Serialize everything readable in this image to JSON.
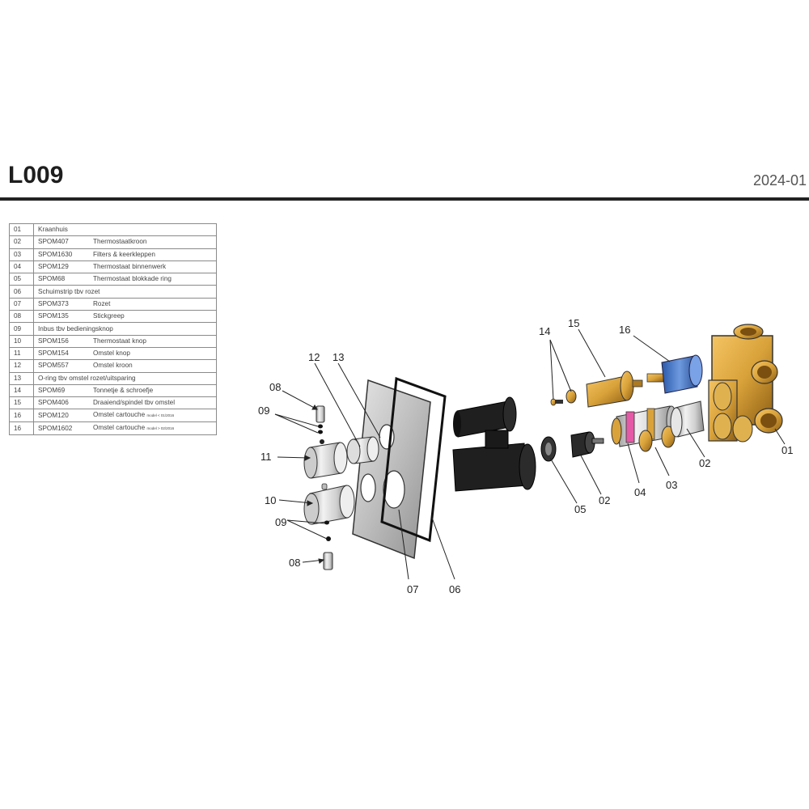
{
  "header": {
    "title": "L009",
    "date": "2024-01"
  },
  "parts_table": [
    {
      "num": "01",
      "code": "",
      "desc": "Kraanhuis"
    },
    {
      "num": "02",
      "code": "SPOM407",
      "desc": "Thermostaatkroon"
    },
    {
      "num": "03",
      "code": "SPOM1630",
      "desc": "Filters & keerkleppen"
    },
    {
      "num": "04",
      "code": "SPOM129",
      "desc": "Thermostaat binnenwerk"
    },
    {
      "num": "05",
      "code": "SPOM68",
      "desc": "Thermostaat blokkade ring"
    },
    {
      "num": "06",
      "code": "",
      "desc": "Schuimstrip tbv rozet"
    },
    {
      "num": "07",
      "code": "SPOM373",
      "desc": "Rozet"
    },
    {
      "num": "08",
      "code": "SPOM135",
      "desc": "Stickgreep"
    },
    {
      "num": "09",
      "code": "",
      "desc": "Inbus tbv bedieningsknop"
    },
    {
      "num": "10",
      "code": "SPOM156",
      "desc": "Thermostaat knop"
    },
    {
      "num": "11",
      "code": "SPOM154",
      "desc": "Omstel knop"
    },
    {
      "num": "12",
      "code": "SPOM557",
      "desc": "Omstel kroon"
    },
    {
      "num": "13",
      "code": "",
      "desc": "O-ring tbv omstel rozet/uitsparing"
    },
    {
      "num": "14",
      "code": "SPOM69",
      "desc": "Tonnetje & schroefje"
    },
    {
      "num": "15",
      "code": "SPOM406",
      "desc": "Draaiend/spindel tbv omstel"
    },
    {
      "num": "16",
      "code": "SPOM120",
      "desc": "Omstel cartouche",
      "note": "model < 01/2016"
    },
    {
      "num": "16",
      "code": "SPOM1602",
      "desc": "Omstel cartouche",
      "note": "model > 02/2016"
    }
  ],
  "callouts": {
    "c01": "01",
    "c02a": "02",
    "c02b": "02",
    "c03": "03",
    "c04": "04",
    "c05": "05",
    "c06": "06",
    "c07": "07",
    "c08a": "08",
    "c08b": "08",
    "c09a": "09",
    "c09b": "09",
    "c10": "10",
    "c11": "11",
    "c12": "12",
    "c13": "13",
    "c14": "14",
    "c15": "15",
    "c16": "16"
  },
  "colors": {
    "brass": "#d9a23a",
    "blue_cartridge": "#3d6fc4",
    "chrome": "#d4d4d4",
    "black_part": "#1a1a1a"
  }
}
